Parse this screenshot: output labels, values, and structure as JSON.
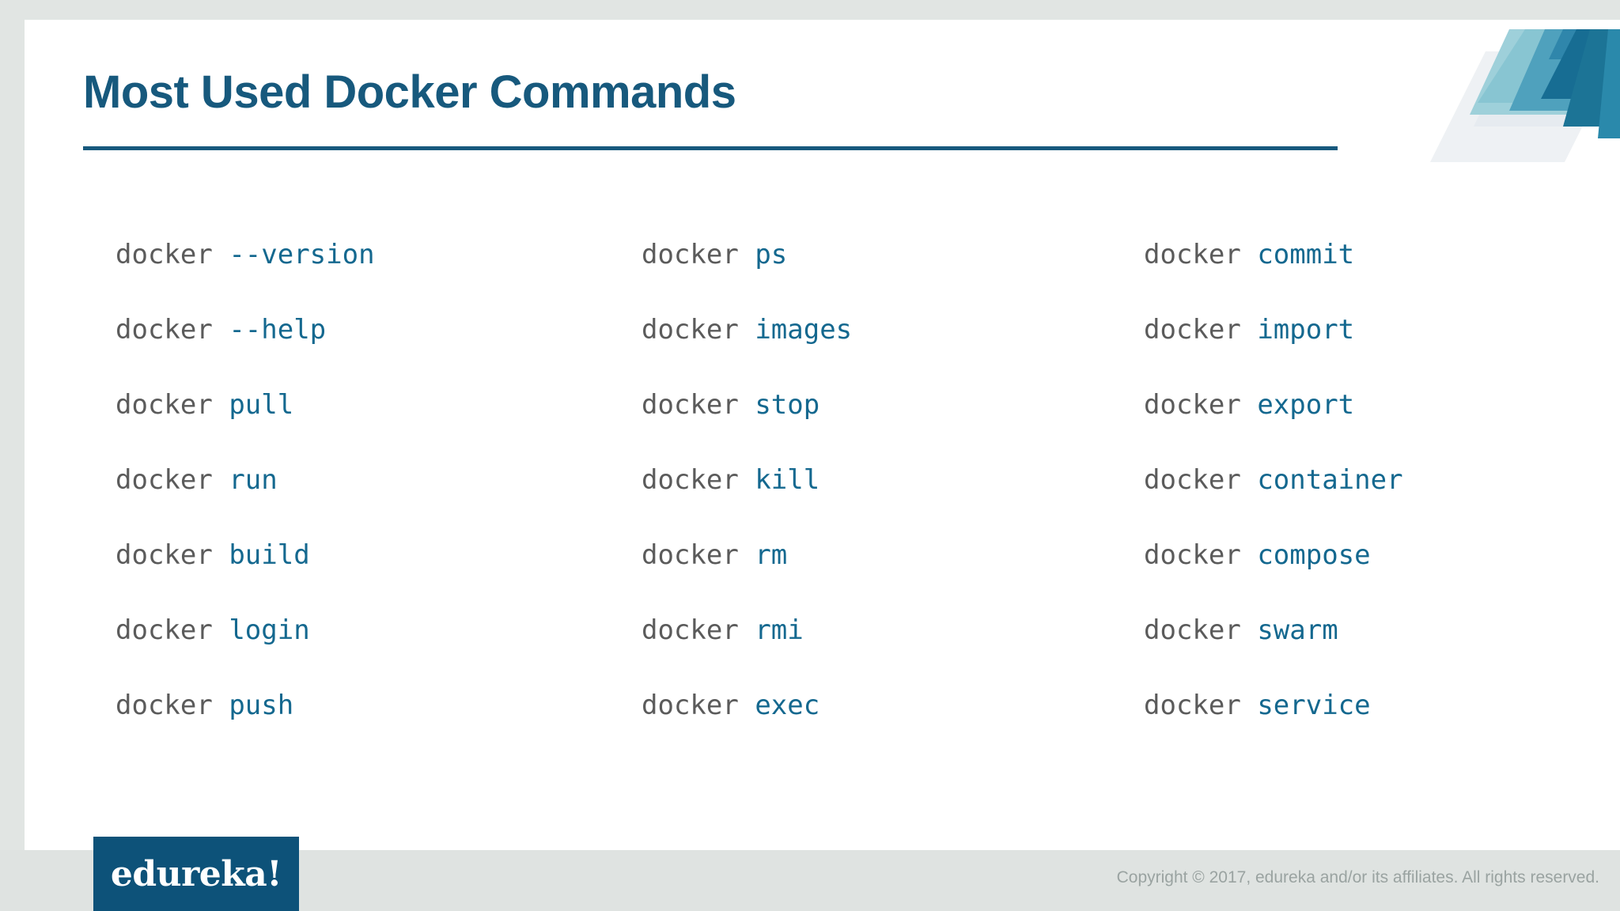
{
  "slide": {
    "title": "Most Used Docker Commands",
    "background_color": "#e1e5e3",
    "card_color": "#ffffff",
    "accent_color": "#17597d",
    "command_base_color": "#5b5b5b",
    "command_arg_color": "#14688f"
  },
  "columns": [
    {
      "id": "column-1",
      "rows": [
        {
          "base": "docker",
          "arg": "--version"
        },
        {
          "base": "docker",
          "arg": "--help"
        },
        {
          "base": "docker",
          "arg": "pull"
        },
        {
          "base": "docker",
          "arg": "run"
        },
        {
          "base": "docker",
          "arg": "build"
        },
        {
          "base": "docker",
          "arg": "login"
        },
        {
          "base": "docker",
          "arg": "push"
        }
      ]
    },
    {
      "id": "column-2",
      "rows": [
        {
          "base": "docker",
          "arg": "ps"
        },
        {
          "base": "docker",
          "arg": "images"
        },
        {
          "base": "docker",
          "arg": "stop"
        },
        {
          "base": "docker",
          "arg": "kill"
        },
        {
          "base": "docker",
          "arg": "rm"
        },
        {
          "base": "docker",
          "arg": "rmi"
        },
        {
          "base": "docker",
          "arg": "exec"
        }
      ]
    },
    {
      "id": "column-3",
      "rows": [
        {
          "base": "docker",
          "arg": "commit"
        },
        {
          "base": "docker",
          "arg": "import"
        },
        {
          "base": "docker",
          "arg": "export"
        },
        {
          "base": "docker",
          "arg": "container"
        },
        {
          "base": "docker",
          "arg": "compose"
        },
        {
          "base": "docker",
          "arg": "swarm"
        },
        {
          "base": "docker",
          "arg": "service"
        }
      ]
    }
  ],
  "footer": {
    "logo_text": "edureka!",
    "logo_background": "#0d5279",
    "copyright": "Copyright © 2017, edureka and/or its affiliates. All rights reserved."
  },
  "decoration": {
    "name": "corner-chevron-graphic",
    "shades": [
      "#7fc0ce",
      "#a9d4dd",
      "#2f86ab",
      "#176d93",
      "#1b7ba0",
      "#e9edf1",
      "#f1f4f7"
    ]
  }
}
